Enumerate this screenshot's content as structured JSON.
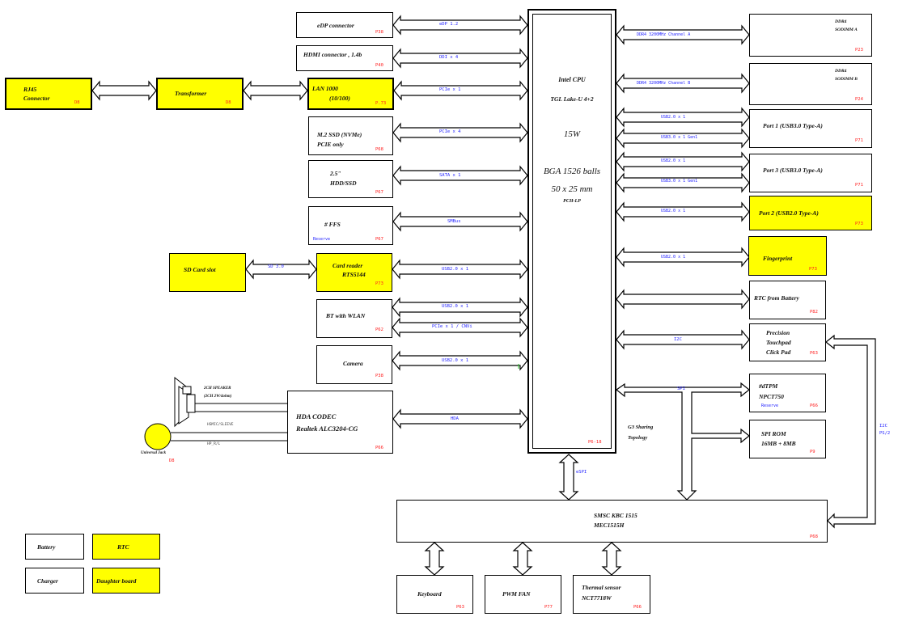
{
  "cpu": {
    "line1": "Intel CPU",
    "line2": "TGL Lake-U 4+2",
    "line3": "15W",
    "line4": "BGA 1526 balls",
    "line5": "50 x 25 mm",
    "line6": "PCH-LP",
    "page": "P6-18"
  },
  "left_blocks": {
    "edp": {
      "label": "eDP connector",
      "page": "P38",
      "bus": "eDP 1.2"
    },
    "hdmi": {
      "label": "HDMI connector , 1.4b",
      "page": "P40",
      "bus": "DDI x 4"
    },
    "lan": {
      "label1": "LAN 1000",
      "label2": "(10/100)",
      "page": "P.73",
      "bus": "PCIe x 1"
    },
    "ssd": {
      "label1": "M.2 SSD (NVMe)",
      "label2": "PCIE only",
      "page": "P68",
      "bus": "PCIe x 4"
    },
    "hdd": {
      "label1": "2.5\"",
      "label2": "HDD/SSD",
      "page": "P67",
      "bus": "SATA x 1"
    },
    "ffs": {
      "label": "# FFS",
      "reserve": "Reserve",
      "page": "P67",
      "bus": "SMBus"
    },
    "cardreader": {
      "label1": "Card reader",
      "label2": "RTS5144",
      "page": "P73",
      "bus": "USB2.0 x 1"
    },
    "bt": {
      "label": "BT with WLAN",
      "page": "P62",
      "bus1": "USB2.0 x 1",
      "bus2": "PCIe x 1 / CNVi"
    },
    "camera": {
      "label": "Camera",
      "page": "P38",
      "bus": "USB2.0 x 1"
    },
    "codec": {
      "label1": "HDA CODEC",
      "label2": "Realtek ALC3204-CG",
      "page": "P66",
      "bus": "HDA"
    }
  },
  "far_left": {
    "rj45": {
      "label1": "RJ45",
      "label2": "Connector",
      "page": "D8"
    },
    "transformer": {
      "label": "Transformer",
      "page": "D8"
    },
    "sdslot": {
      "label": "SD Card slot",
      "bus": "SD 3.0"
    },
    "speaker": {
      "label1": "2CH SPEAKER",
      "label2": "(2CH 2W/4ohm)"
    },
    "jack": {
      "label": "Universal Jack",
      "page": "D8",
      "line1": "HSMIC/SLEEVE",
      "line2": "HP_R/L"
    }
  },
  "right_blocks": {
    "dimm_a": {
      "label1": "DDR4",
      "label2": "SODIMM A",
      "page": "P23",
      "bus": "DDR4 3200MHz Channel A"
    },
    "dimm_b": {
      "label1": "DDR4",
      "label2": "SODIMM B",
      "page": "P24",
      "bus": "DDR4 3200MHz Channel B"
    },
    "port1": {
      "label": "Port 1 (USB3.0 Type-A)",
      "page": "P71",
      "bus1": "USB2.0 x 1",
      "bus2": "USB3.0 x 1 Gen1"
    },
    "port3": {
      "label": "Port 3 (USB3.0 Type-A)",
      "page": "P71",
      "bus1": "USB2.0 x 1",
      "bus2": "USB3.0 x 1 Gen1"
    },
    "port2": {
      "label": "Port 2 (USB2.0 Type-A)",
      "page": "P73",
      "bus": "USB2.0 x 1"
    },
    "fingerprint": {
      "label": "Fingerprint",
      "page": "P73",
      "bus": "USB2.0 x 1"
    },
    "rtc_batt": {
      "label": "RTC from Battery",
      "page": "P82"
    },
    "touchpad": {
      "label1": "Precision",
      "label2": "Touchpad",
      "label3": "Click Pad",
      "page": "P63",
      "bus": "I2C"
    },
    "tpm": {
      "label1": "#dTPM",
      "label2": "NPCT750",
      "reserve": "Reserve",
      "page": "P66",
      "bus": "SPI"
    },
    "spirom": {
      "label1": "SPI ROM",
      "label2": "16MB + 8MB",
      "page": "P9"
    },
    "g3": {
      "label1": "G3 Sharing",
      "label2": "Topology"
    },
    "i2c_side": {
      "label1": "I2C",
      "label2": "PS/2"
    }
  },
  "ec": {
    "label1": "SMSC KBC 1515",
    "label2": "MEC1515H",
    "page": "P68",
    "bus": "eSPI"
  },
  "bottom": {
    "keyboard": {
      "label": "Keyboard",
      "page": "P63"
    },
    "fan": {
      "label": "PWM FAN",
      "page": "P77"
    },
    "thermal": {
      "label1": "Thermal sensor",
      "label2": "NCT7718W",
      "page": "P66"
    }
  },
  "legend": {
    "battery": "Battery",
    "rtc": "RTC",
    "charger": "Charger",
    "daughter": "Daughter board"
  }
}
